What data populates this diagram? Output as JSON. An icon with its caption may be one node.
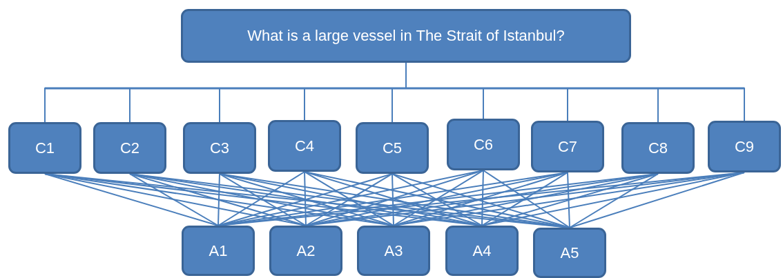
{
  "diagram": {
    "nodes": [
      {
        "text": [
          "What is a large vessel in The Strait of Istanbul?"
        ]
      },
      {
        "text": [
          "C1"
        ]
      },
      {
        "text": [
          "C2"
        ]
      },
      {
        "text": [
          "C3"
        ]
      },
      {
        "text": [
          "C4"
        ]
      },
      {
        "text": [
          "C5"
        ]
      },
      {
        "text": [
          "C6"
        ]
      },
      {
        "text": [
          "C7"
        ]
      },
      {
        "text": [
          "C8"
        ]
      },
      {
        "text": [
          "C9"
        ]
      },
      {
        "text": [
          "A1"
        ]
      },
      {
        "text": [
          "A2"
        ]
      },
      {
        "text": [
          "A3"
        ]
      },
      {
        "text": [
          "A4"
        ]
      },
      {
        "text": [
          "A5"
        ]
      }
    ],
    "edges": [
      {
        "from": 0,
        "to": 1,
        "arrow": "none"
      },
      {
        "from": 0,
        "to": 2,
        "arrow": "none"
      },
      {
        "from": 0,
        "to": 3,
        "arrow": "none"
      },
      {
        "from": 0,
        "to": 4,
        "arrow": "none"
      },
      {
        "from": 0,
        "to": 5,
        "arrow": "none"
      },
      {
        "from": 0,
        "to": 6,
        "arrow": "none"
      },
      {
        "from": 0,
        "to": 7,
        "arrow": "none"
      },
      {
        "from": 0,
        "to": 8,
        "arrow": "none"
      },
      {
        "from": 0,
        "to": 9,
        "arrow": "none"
      },
      {
        "from": 1,
        "to": 10,
        "arrow": "none"
      },
      {
        "from": 1,
        "to": 11,
        "arrow": "none"
      },
      {
        "from": 1,
        "to": 12,
        "arrow": "none"
      },
      {
        "from": 1,
        "to": 13,
        "arrow": "none"
      },
      {
        "from": 1,
        "to": 14,
        "arrow": "none"
      },
      {
        "from": 2,
        "to": 10,
        "arrow": "none"
      },
      {
        "from": 2,
        "to": 11,
        "arrow": "none"
      },
      {
        "from": 2,
        "to": 12,
        "arrow": "none"
      },
      {
        "from": 2,
        "to": 13,
        "arrow": "none"
      },
      {
        "from": 2,
        "to": 14,
        "arrow": "none"
      },
      {
        "from": 3,
        "to": 10,
        "arrow": "none"
      },
      {
        "from": 3,
        "to": 11,
        "arrow": "none"
      },
      {
        "from": 3,
        "to": 12,
        "arrow": "none"
      },
      {
        "from": 3,
        "to": 13,
        "arrow": "none"
      },
      {
        "from": 3,
        "to": 14,
        "arrow": "none"
      },
      {
        "from": 4,
        "to": 10,
        "arrow": "none"
      },
      {
        "from": 4,
        "to": 11,
        "arrow": "none"
      },
      {
        "from": 4,
        "to": 12,
        "arrow": "none"
      },
      {
        "from": 4,
        "to": 13,
        "arrow": "none"
      },
      {
        "from": 4,
        "to": 14,
        "arrow": "none"
      },
      {
        "from": 5,
        "to": 10,
        "arrow": "none"
      },
      {
        "from": 5,
        "to": 11,
        "arrow": "none"
      },
      {
        "from": 5,
        "to": 12,
        "arrow": "none"
      },
      {
        "from": 5,
        "to": 13,
        "arrow": "none"
      },
      {
        "from": 5,
        "to": 14,
        "arrow": "none"
      },
      {
        "from": 6,
        "to": 10,
        "arrow": "none"
      },
      {
        "from": 6,
        "to": 11,
        "arrow": "none"
      },
      {
        "from": 6,
        "to": 12,
        "arrow": "none"
      },
      {
        "from": 6,
        "to": 13,
        "arrow": "none"
      },
      {
        "from": 6,
        "to": 14,
        "arrow": "none"
      },
      {
        "from": 7,
        "to": 10,
        "arrow": "none"
      },
      {
        "from": 7,
        "to": 11,
        "arrow": "none"
      },
      {
        "from": 7,
        "to": 12,
        "arrow": "none"
      },
      {
        "from": 7,
        "to": 13,
        "arrow": "none"
      },
      {
        "from": 7,
        "to": 14,
        "arrow": "none"
      },
      {
        "from": 8,
        "to": 10,
        "arrow": "none"
      },
      {
        "from": 8,
        "to": 11,
        "arrow": "none"
      },
      {
        "from": 8,
        "to": 12,
        "arrow": "none"
      },
      {
        "from": 8,
        "to": 13,
        "arrow": "none"
      },
      {
        "from": 8,
        "to": 14,
        "arrow": "none"
      },
      {
        "from": 9,
        "to": 10,
        "arrow": "none"
      },
      {
        "from": 9,
        "to": 11,
        "arrow": "none"
      },
      {
        "from": 9,
        "to": 12,
        "arrow": "none"
      },
      {
        "from": 9,
        "to": 13,
        "arrow": "none"
      },
      {
        "from": 9,
        "to": 14,
        "arrow": "none"
      }
    ]
  }
}
